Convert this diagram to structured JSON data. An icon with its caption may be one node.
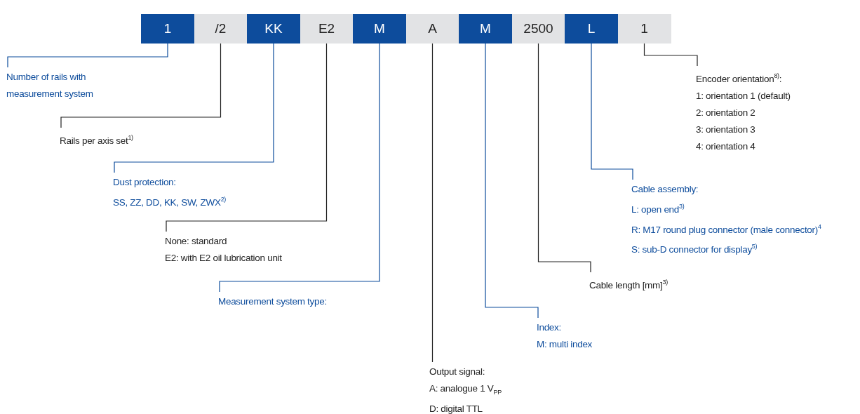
{
  "diagram": {
    "nodes": [
      {
        "text": [
          "1"
        ]
      },
      {
        "text": [
          "/2"
        ]
      },
      {
        "text": [
          "KK"
        ]
      },
      {
        "text": [
          "E2"
        ]
      },
      {
        "text": [
          "M"
        ]
      },
      {
        "text": [
          "A"
        ]
      },
      {
        "text": [
          "M"
        ]
      },
      {
        "text": [
          "2500"
        ]
      },
      {
        "text": [
          "L"
        ]
      },
      {
        "text": [
          "1"
        ]
      },
      {
        "text": [
          "Number of rails with measurement system"
        ]
      },
      {
        "text": [
          "Rails per axis set$^{1)}$"
        ]
      },
      {
        "text": [
          "Dust protection:",
          "SS, ZZ, DD, KK, SW, ZWX$^{2)}$"
        ]
      },
      {
        "text": [
          "None: standard",
          "E2: with E2 oil lubrication unit"
        ]
      },
      {
        "text": [
          "Measurement system type:"
        ]
      },
      {
        "text": [
          "Output signal:",
          "A: analogue 1 V$_{PP}$",
          "D: digital TTL"
        ]
      },
      {
        "text": [
          "Index:",
          "M: multi index"
        ]
      },
      {
        "text": [
          "Cable length [mm]$^{3)}$"
        ]
      },
      {
        "text": [
          "Cable assembly:",
          "L: open end$^{3)}$",
          "R: M17 round plug connector (male connector)$^{4}$",
          "S: sub-D connector for display$^{5)}$"
        ]
      },
      {
        "text": [
          "Encoder orientation$^{8)}$:",
          "1: orientation 1 (default)",
          "2: orientation 2",
          "3: orientation 3",
          "4: orientation 4"
        ]
      }
    ],
    "edges": [
      {
        "from": 10,
        "to": 0,
        "arrow": "none",
        "color": "#0d4c9c"
      },
      {
        "from": 11,
        "to": 1,
        "arrow": "none",
        "color": "#222222"
      },
      {
        "from": 12,
        "to": 2,
        "arrow": "none",
        "color": "#0d4c9c"
      },
      {
        "from": 13,
        "to": 3,
        "arrow": "none",
        "color": "#222222"
      },
      {
        "from": 14,
        "to": 4,
        "arrow": "none",
        "color": "#0d4c9c"
      },
      {
        "from": 15,
        "to": 5,
        "arrow": "none",
        "color": "#222222"
      },
      {
        "from": 16,
        "to": 6,
        "arrow": "none",
        "color": "#0d4c9c"
      },
      {
        "from": 17,
        "to": 7,
        "arrow": "none",
        "color": "#222222"
      },
      {
        "from": 18,
        "to": 8,
        "arrow": "none",
        "color": "#0d4c9c"
      },
      {
        "from": 19,
        "to": 9,
        "arrow": "none",
        "color": "#222222"
      }
    ]
  }
}
